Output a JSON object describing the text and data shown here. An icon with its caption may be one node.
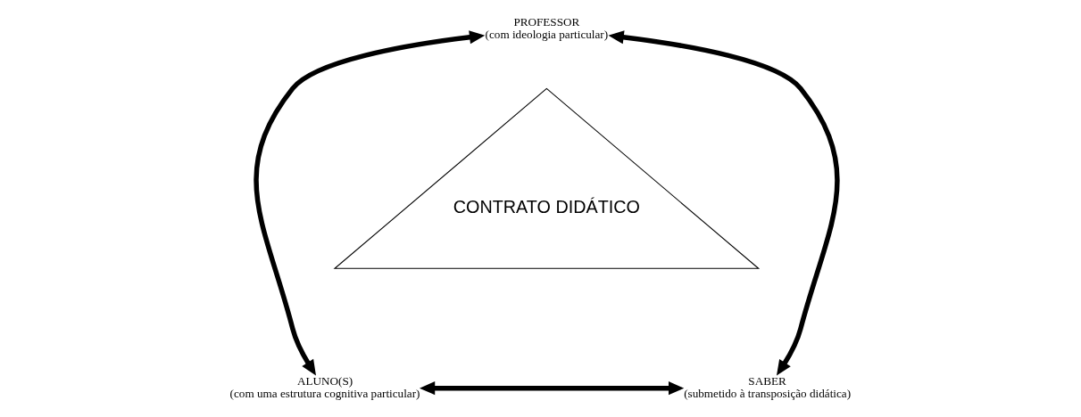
{
  "diagram": {
    "nodes": [
      {
        "text": [
          "PROFESSOR",
          "(com ideologia particular)"
        ]
      },
      {
        "text": [
          "CONTRATO DIDÁTICO"
        ]
      },
      {
        "text": [
          "ALUNO(S)",
          "(com uma estrutura cognitiva particular)"
        ]
      },
      {
        "text": [
          "SABER",
          "(submetido à transposição didática)"
        ]
      }
    ],
    "edges": [
      {
        "from": 0,
        "to": 2,
        "arrow": "both"
      },
      {
        "from": 0,
        "to": 3,
        "arrow": "both"
      },
      {
        "from": 2,
        "to": 3,
        "arrow": "both"
      }
    ]
  }
}
